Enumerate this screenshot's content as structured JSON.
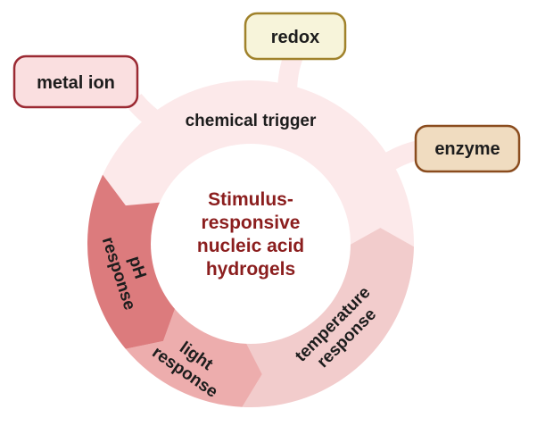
{
  "diagram": {
    "title": "Stimulus-responsive nucleic acid hydrogels",
    "center": {
      "lines": [
        "Stimulus-",
        "responsive",
        "nucleic acid",
        "hydrogels"
      ],
      "color": "#8b1e1e"
    },
    "ring_segments": [
      {
        "id": "chemical",
        "lines": [
          "chemical trigger"
        ],
        "color": "#fce9ea"
      },
      {
        "id": "temperature",
        "lines": [
          "temperature",
          "response"
        ],
        "color": "#f2cccc"
      },
      {
        "id": "light",
        "lines": [
          "light",
          "response"
        ],
        "color": "#edadad"
      },
      {
        "id": "ph",
        "lines": [
          "pH",
          "response"
        ],
        "color": "#dc7b7d"
      }
    ],
    "chemical_triggers": [
      {
        "id": "metal-ion",
        "label": "metal ion",
        "fill": "#fadfe0",
        "stroke": "#9b2a33"
      },
      {
        "id": "redox",
        "label": "redox",
        "fill": "#f7f4da",
        "stroke": "#a0822b"
      },
      {
        "id": "enzyme",
        "label": "enzyme",
        "fill": "#f0dcc0",
        "stroke": "#8a4c1e"
      }
    ]
  }
}
